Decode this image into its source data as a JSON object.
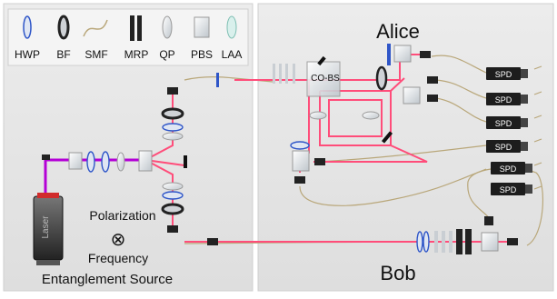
{
  "legend": [
    {
      "key": "hwp",
      "label": "HWP"
    },
    {
      "key": "bf",
      "label": "BF"
    },
    {
      "key": "smf",
      "label": "SMF"
    },
    {
      "key": "mrp",
      "label": "MRP"
    },
    {
      "key": "qp",
      "label": "QP"
    },
    {
      "key": "pbs",
      "label": "PBS"
    },
    {
      "key": "laa",
      "label": "LAA"
    }
  ],
  "source": {
    "laser_label": "Laser",
    "line1": "Polarization",
    "symbol": "⊗",
    "line2": "Frequency",
    "title": "Entanglement Source"
  },
  "alice": {
    "title": "Alice",
    "cobs_label": "CO-BS"
  },
  "bob": {
    "title": "Bob"
  },
  "detectors": [
    "SPD",
    "SPD",
    "SPD",
    "SPD",
    "SPD",
    "SPD"
  ],
  "colors": {
    "panel": "#e6e6e6",
    "pump_beam": "#b400d6",
    "photon_beam": "#ff4d7a",
    "fiber": "#b9a77a",
    "hwp": "#2f56c8",
    "detector": "#1d1d1d"
  }
}
